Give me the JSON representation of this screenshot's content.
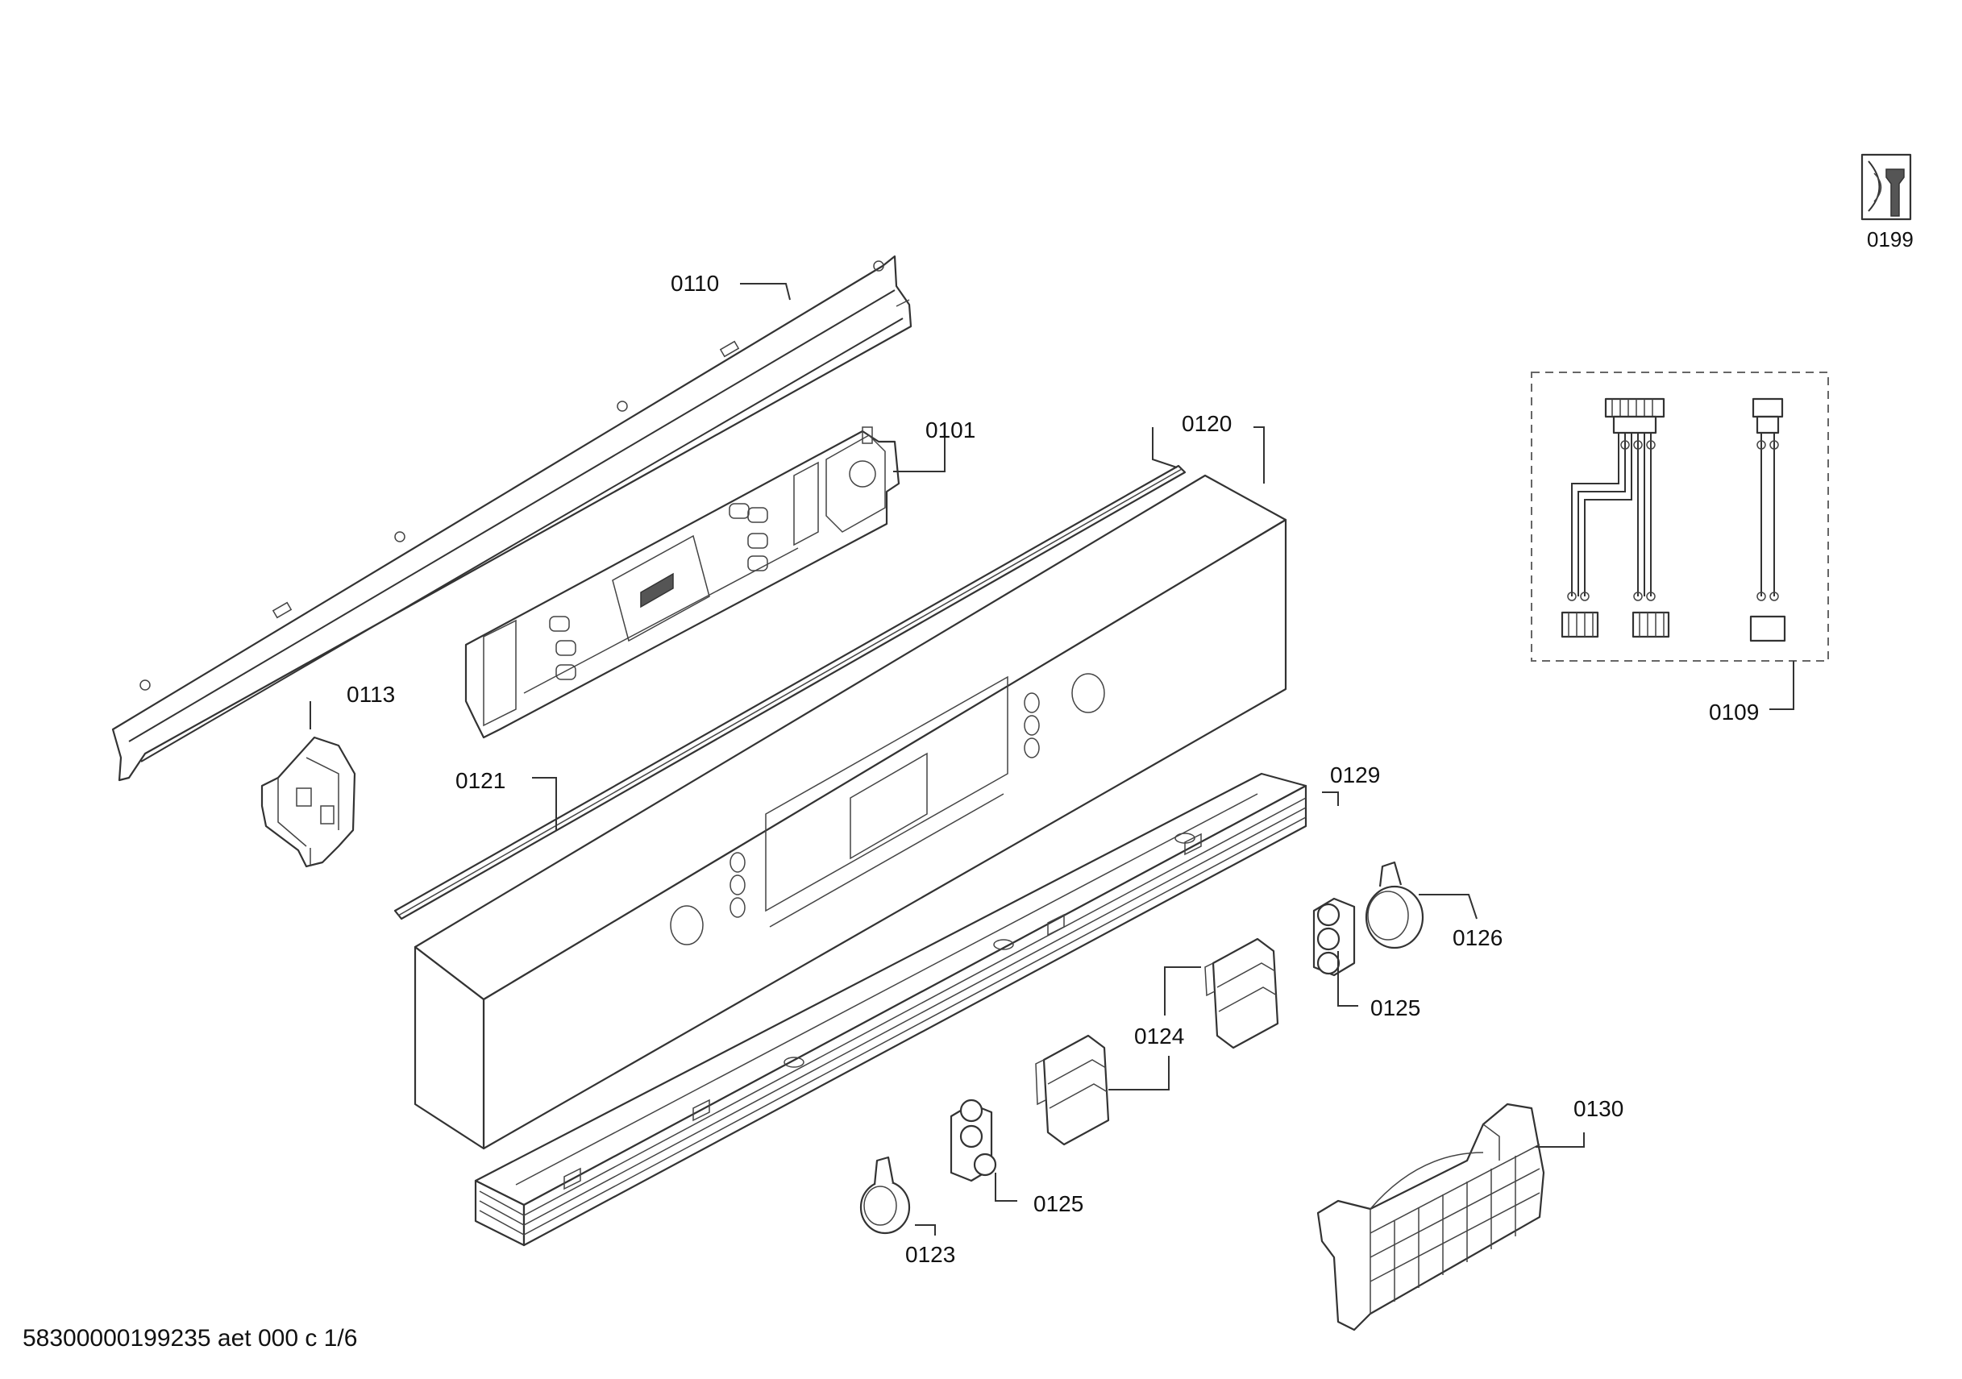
{
  "diagram": {
    "footer": "58300000199235 aet 000 c 1/6",
    "labels": [
      {
        "id": "0110",
        "text": "0110"
      },
      {
        "id": "0101",
        "text": "0101"
      },
      {
        "id": "0120",
        "text": "0120"
      },
      {
        "id": "0113",
        "text": "0113"
      },
      {
        "id": "0121",
        "text": "0121"
      },
      {
        "id": "0129",
        "text": "0129"
      },
      {
        "id": "0126",
        "text": "0126"
      },
      {
        "id": "0125a",
        "text": "0125"
      },
      {
        "id": "0124",
        "text": "0124"
      },
      {
        "id": "0125b",
        "text": "0125"
      },
      {
        "id": "0123",
        "text": "0123"
      },
      {
        "id": "0130",
        "text": "0130"
      },
      {
        "id": "0109",
        "text": "0109"
      },
      {
        "id": "0199",
        "text": "0199"
      }
    ],
    "icons": {
      "service_kit": "wrench-service-icon"
    }
  }
}
